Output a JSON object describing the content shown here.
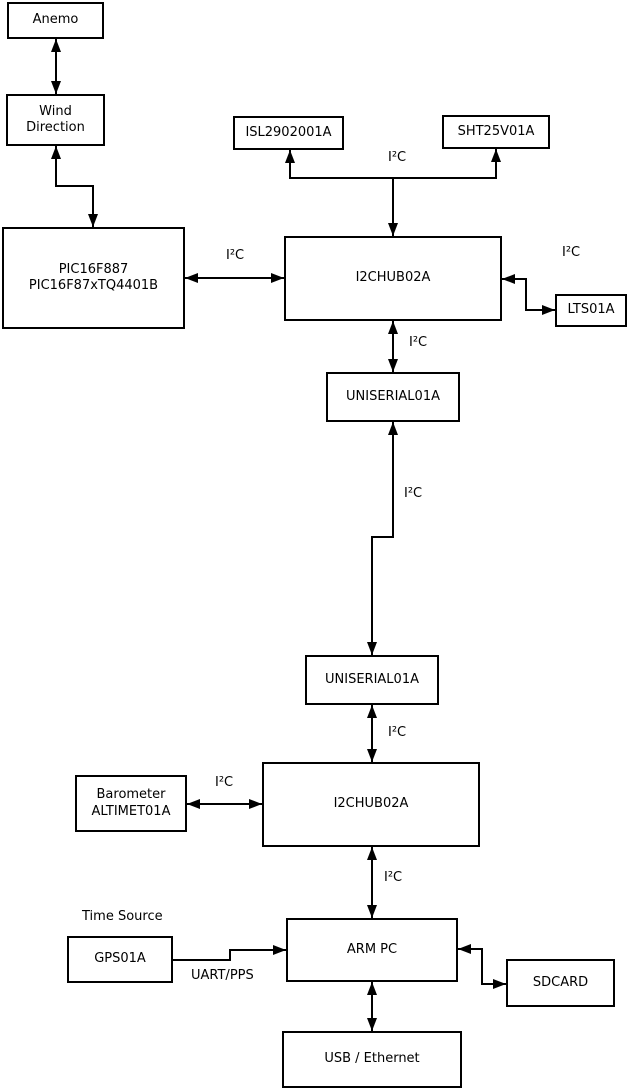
{
  "nodes": {
    "anemo": {
      "label": "Anemo"
    },
    "wind_direction": {
      "label": "Wind\nDirection"
    },
    "pic": {
      "label": "PIC16F887\nPIC16F87xTQ4401B"
    },
    "isl": {
      "label": "ISL2902001A"
    },
    "sht": {
      "label": "SHT25V01A"
    },
    "i2chub_top": {
      "label": "I2CHUB02A"
    },
    "lts": {
      "label": "LTS01A"
    },
    "uniserial_top": {
      "label": "UNISERIAL01A"
    },
    "uniserial_bottom": {
      "label": "UNISERIAL01A"
    },
    "barometer": {
      "label": "Barometer\nALTIMET01A"
    },
    "i2chub_bottom": {
      "label": "I2CHUB02A"
    },
    "gps": {
      "label": "GPS01A"
    },
    "arm_pc": {
      "label": "ARM PC"
    },
    "sdcard": {
      "label": "SDCARD"
    },
    "usb_ethernet": {
      "label": "USB / Ethernet"
    }
  },
  "edge_labels": {
    "bus_isl_sht": "I²C",
    "bus_pic_hub1": "I²C",
    "bus_hub1_lts": "I²C",
    "bus_hub1_uni1": "I²C",
    "bus_uni1_uni2": "I²C",
    "bus_uni2_hub2": "I²C",
    "bus_baro_hub2": "I²C",
    "bus_hub2_arm": "I²C",
    "time_source": "Time Source",
    "uart_pps": "UART/PPS"
  },
  "colors": {
    "background": "#ffffff",
    "line": "#000000",
    "box_fill": "#ffffff",
    "text": "#000000"
  }
}
